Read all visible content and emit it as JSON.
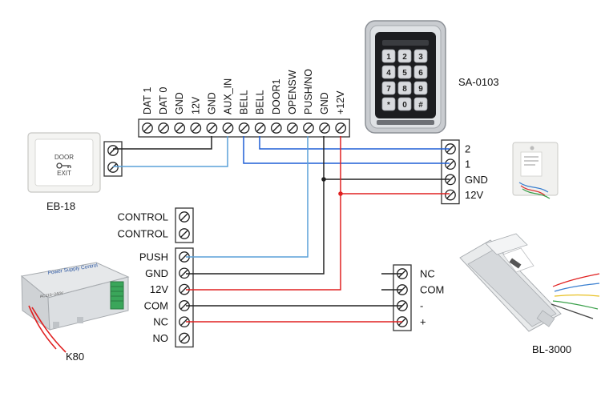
{
  "colors": {
    "black": "#222222",
    "blue": "#1f5fd6",
    "red": "#e02020",
    "lightblue": "#5aa0d8",
    "gray": "#8a8a8a"
  },
  "controller_terminals": [
    "DAT 1",
    "DAT 0",
    "GND",
    "12V",
    "GND",
    "AUX_IN",
    "BELL",
    "BELL",
    "DOOR1",
    "OPENSW",
    "PUSH/NO",
    "GND",
    "+12V"
  ],
  "bell_terminals": [
    "2",
    "1",
    "GND",
    "12V"
  ],
  "control_terminals": [
    "CONTROL",
    "CONTROL"
  ],
  "psu_terminals": [
    "PUSH",
    "GND",
    "12V",
    "COM",
    "NC",
    "NO"
  ],
  "lock_terminals": [
    "NC",
    "COM",
    "-",
    "+"
  ],
  "devices": {
    "keypad": "SA-0103",
    "exit_button": "EB-18",
    "power_supply": "K80",
    "bolt_lock": "BL-3000"
  },
  "exit_button_text": {
    "top": "DOOR",
    "bottom": "EXIT"
  },
  "psu_text": {
    "title": "Power Supply Control",
    "model": "AC110~240V"
  },
  "icons": [
    "keypad-icon",
    "exit-button-icon",
    "doorbell-icon",
    "power-supply-icon",
    "bolt-lock-icon",
    "key-icon"
  ]
}
